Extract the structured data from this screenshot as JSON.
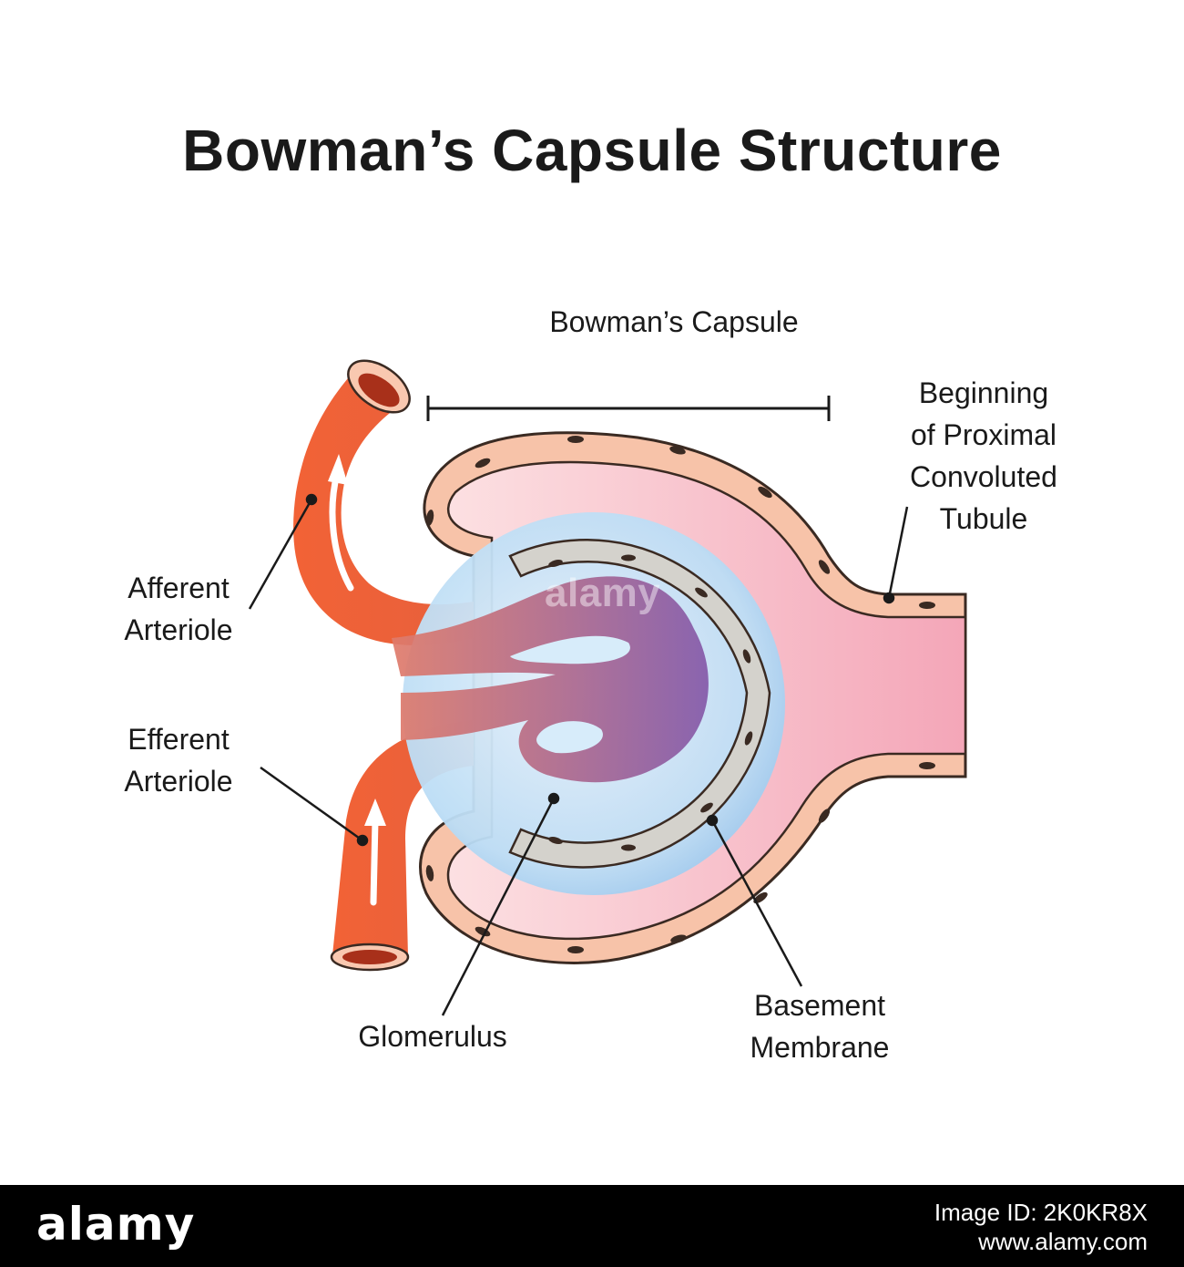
{
  "title": "Bowman’s Capsule Structure",
  "labels": {
    "bowmans_capsule": "Bowman’s Capsule",
    "proximal_tubule": [
      "Beginning",
      "of Proximal",
      "Convoluted",
      "Tubule"
    ],
    "afferent": [
      "Afferent",
      "Arteriole"
    ],
    "efferent": [
      "Efferent",
      "Arteriole"
    ],
    "glomerulus": "Glomerulus",
    "basement": [
      "Basement",
      "Membrane"
    ]
  },
  "watermark": "alamy",
  "footer": {
    "brand": "alamy",
    "image_id_label": "Image ID: 2K0KR8X",
    "site": "www.alamy.com"
  },
  "colors": {
    "vessel": "#EE6A40",
    "capsule_wall": "#FAD3B8",
    "capsule_space": "#F6B6C4",
    "glomerulus": "#8A5FA6",
    "membrane": "#C9C9C6",
    "capillary_ball": "#C8E2F6"
  }
}
